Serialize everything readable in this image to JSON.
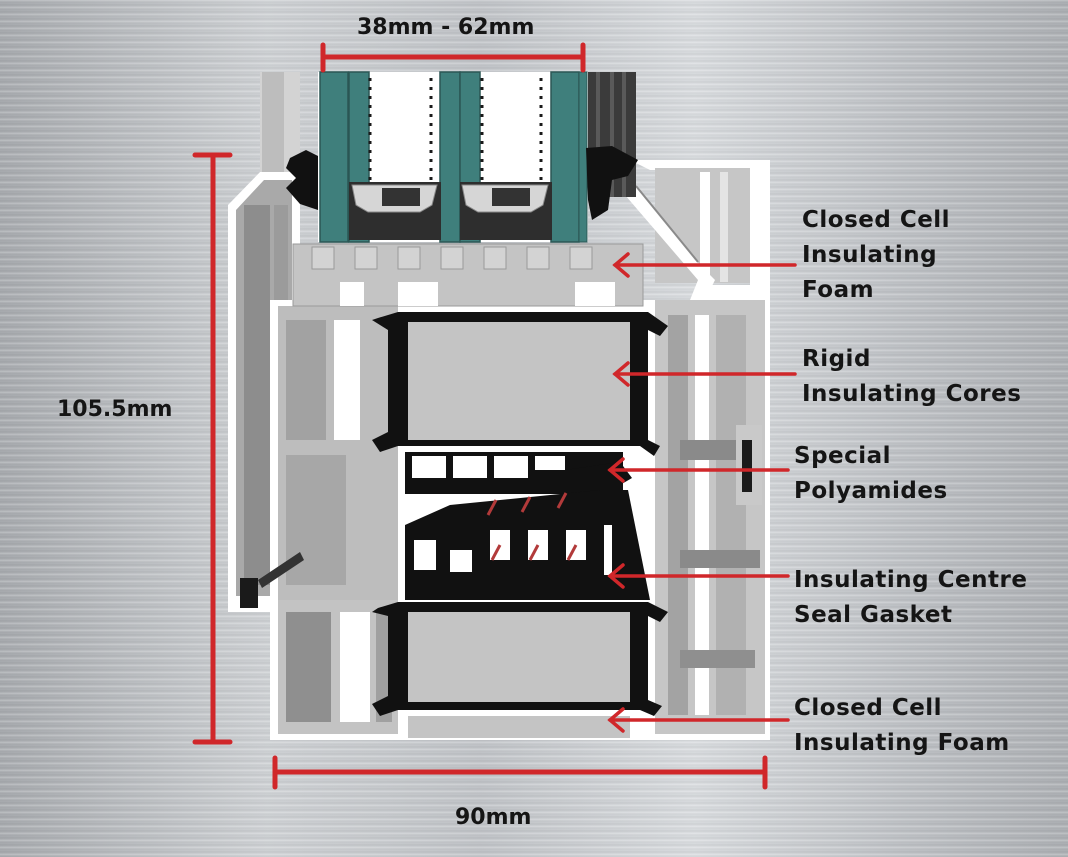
{
  "title": "Window frame thermal cross-section",
  "colors": {
    "accent_red": "#d0272a",
    "glass_teal": "#3f7f7c",
    "frame_light": "#c4c4c4",
    "frame_mid": "#9a9a9a",
    "frame_dark": "#6e6e6e",
    "gasket_black": "#121212",
    "text": "#151515"
  },
  "dimensions": {
    "glazing_thickness": "38mm - 62mm",
    "frame_height": "105.5mm",
    "frame_depth": "90mm"
  },
  "callouts": [
    {
      "id": "foam-top",
      "lines": [
        "Closed Cell",
        "Insulating",
        "Foam"
      ]
    },
    {
      "id": "rigid-cores",
      "lines": [
        "Rigid",
        "Insulating Cores"
      ]
    },
    {
      "id": "polyamides",
      "lines": [
        "Special",
        "Polyamides"
      ]
    },
    {
      "id": "centre-seal",
      "lines": [
        "Insulating Centre",
        "Seal Gasket"
      ]
    },
    {
      "id": "foam-bottom",
      "lines": [
        "Closed Cell",
        "Insulating Foam"
      ]
    }
  ]
}
